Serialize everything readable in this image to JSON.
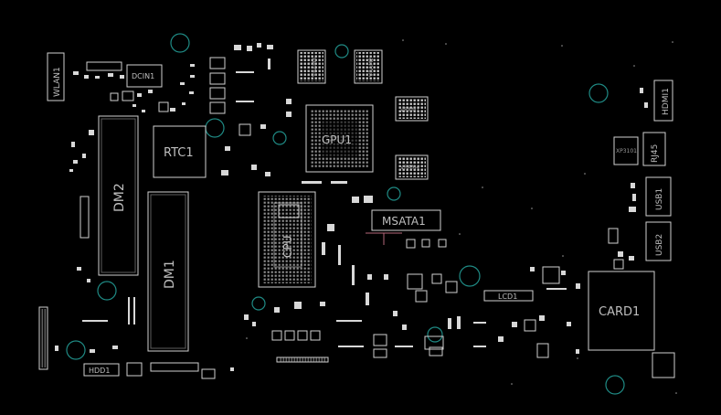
{
  "labels": {
    "wlan": "WLAN1",
    "dcin": "DCIN1",
    "rtc": "RTC1",
    "dm2": "DM2",
    "dm1": "DM1",
    "gpu": "GPU1",
    "cpu": "CPU",
    "msata": "MSATA1",
    "vram_top_left": "VRAM3",
    "vram_top_right": "VRAM2",
    "vram_mid": "VRAM1",
    "vram_low": "VRAM4",
    "hdmi": "HDMI1",
    "rj45": "RJ45",
    "usb1": "USB1",
    "usb2": "USB2",
    "card": "CARD1",
    "lcd": "LCD1",
    "hdd": "HDD1",
    "xp": "XP3101"
  },
  "colors": {
    "background": "#000000",
    "outline": "#cfcfcf",
    "pad": "#d8d8d8",
    "mounting_hole": "#1f8a84"
  }
}
